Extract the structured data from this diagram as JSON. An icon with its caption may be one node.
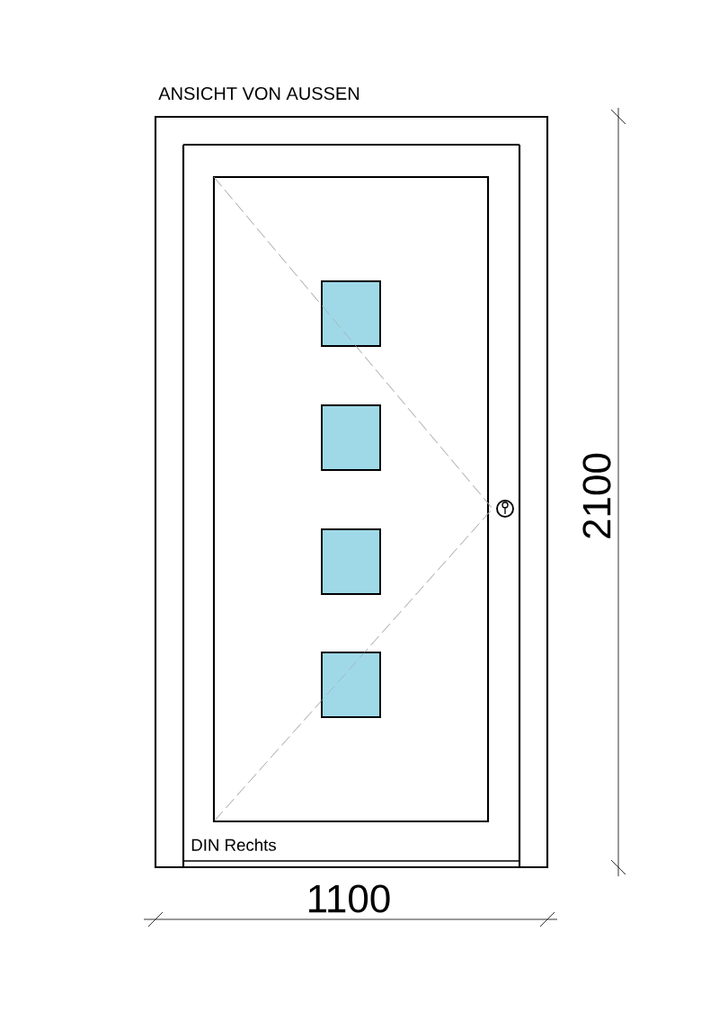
{
  "diagram": {
    "labels": [
      "ANSICHT VON AUSSEN",
      "2100",
      "1100",
      "DIN Rechts"
    ]
  }
}
